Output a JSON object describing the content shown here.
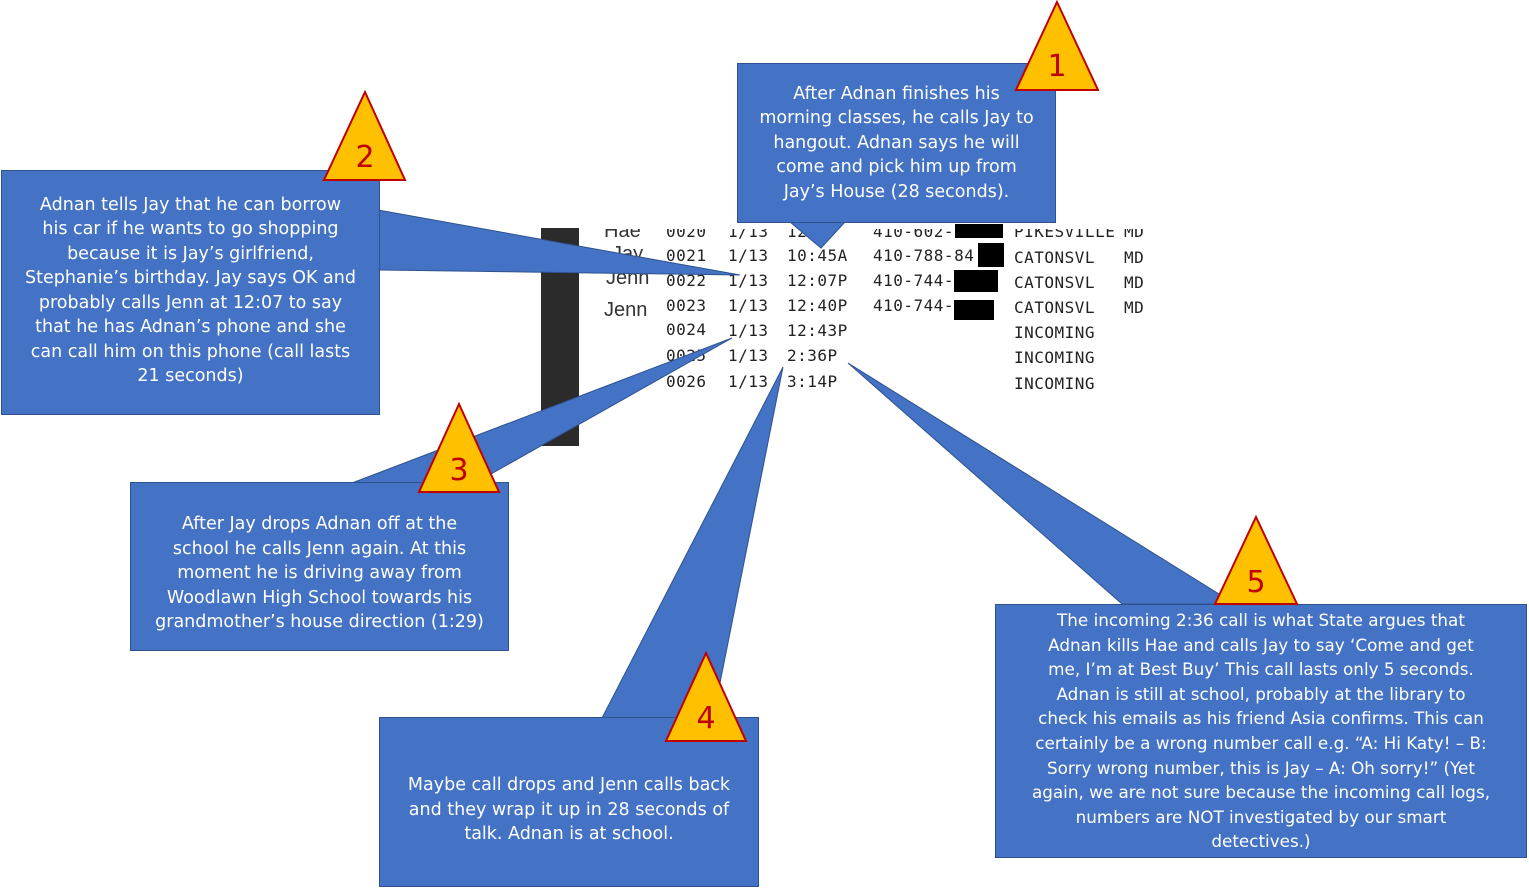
{
  "log": {
    "rows": [
      {
        "name": "Hae",
        "id": "0020",
        "date": "1/13",
        "time": "12:",
        "phone": "410-602-",
        "location": "PIKESVILLE",
        "state": "MD"
      },
      {
        "name": "Jay",
        "id": "0021",
        "date": "1/13",
        "time": "10:45A",
        "phone": "410-788-84",
        "location": "CATONSVL",
        "state": "MD"
      },
      {
        "name": "Jenn",
        "id": "0022",
        "date": "1/13",
        "time": "12:07P",
        "phone": "410-744-",
        "location": "CATONSVL",
        "state": "MD"
      },
      {
        "name": "Jenn",
        "id": "0023",
        "date": "1/13",
        "time": "12:40P",
        "phone": "410-744-",
        "location": "CATONSVL",
        "state": "MD"
      },
      {
        "name": "",
        "id": "0024",
        "date": "1/13",
        "time": "12:43P",
        "phone": "",
        "location": "INCOMING",
        "state": ""
      },
      {
        "name": "",
        "id": "0025",
        "date": "1/13",
        "time": "2:36P",
        "phone": "",
        "location": "INCOMING",
        "state": ""
      },
      {
        "name": "",
        "id": "0026",
        "date": "1/13",
        "time": "3:14P",
        "phone": "",
        "location": "INCOMING",
        "state": ""
      }
    ]
  },
  "callouts": [
    {
      "number": "1",
      "text": [
        "After Adnan finishes his",
        "morning classes, he calls Jay to",
        "hangout. Adnan says he will",
        "come and pick him up from",
        "Jay’s House (28 seconds)."
      ]
    },
    {
      "number": "2",
      "text": [
        "Adnan tells Jay that he can borrow",
        "his car if he wants to go shopping",
        "because it is Jay’s girlfriend,",
        "Stephanie’s birthday. Jay says OK and",
        "probably calls Jenn  at 12:07 to say",
        "that he has Adnan’s phone and she",
        "can call him on this phone (call lasts",
        "21 seconds)"
      ]
    },
    {
      "number": "3",
      "text": [
        "After Jay drops Adnan off at the",
        "school he calls Jenn again. At this",
        "moment he is driving away from",
        "Woodlawn High School  towards his",
        "grandmother’s house direction (1:29)"
      ]
    },
    {
      "number": "4",
      "text": [
        "Maybe call drops and Jenn calls back",
        "and they wrap it up in 28 seconds of",
        "talk. Adnan is at school."
      ]
    },
    {
      "number": "5",
      "text": [
        "The incoming 2:36 call is what State argues that",
        "Adnan kills Hae and calls Jay to say ‘Come and get",
        "me, I’m at Best Buy’ This call lasts only 5 seconds.",
        "Adnan is still at school, probably at the library to",
        "check his emails as his friend Asia confirms. This can",
        "certainly be a wrong number call e.g. “A: Hi Katy! – B:",
        "Sorry wrong number, this is Jay – A: Oh sorry!” (Yet",
        "again, we are not sure because the incoming call logs,",
        "numbers are NOT investigated by our smart",
        "detectives.)"
      ]
    }
  ],
  "colors": {
    "box": "#4472C4",
    "box_border": "#2F528F",
    "triangle": "#FFC000",
    "triangle_border": "#C00000",
    "number": "#C00000"
  }
}
